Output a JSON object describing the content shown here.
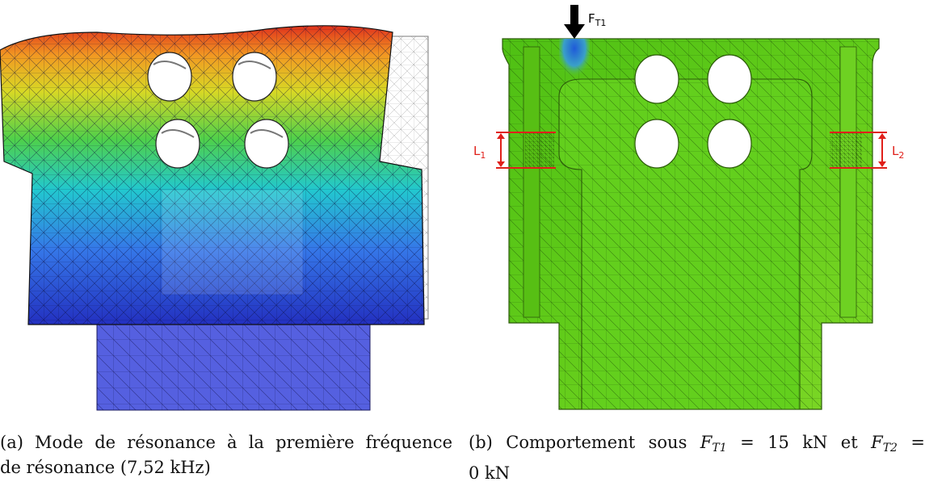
{
  "figure": {
    "panel_a": {
      "caption_line1": "(a) Mode de résonance à la première fréquence",
      "caption_line2": "de résonance (7,52 kHz)"
    },
    "panel_b": {
      "caption_line1_pre": "(b) Comportement sous ",
      "var1_base": "F",
      "var1_sub": "T1",
      "eq1": " = 15 kN et ",
      "var2_base": "F",
      "var2_sub": "T2",
      "eq2": " =",
      "caption_line2": "0 kN",
      "force_label_base": "F",
      "force_label_sub": "T1",
      "dim1_base": "L",
      "dim1_sub": "1",
      "dim2_base": "L",
      "dim2_sub": "2"
    }
  },
  "colors": {
    "mesh_green": "#5fc818",
    "mesh_green_light": "#7ee02a",
    "mesh_green_dark": "#3c9e0e",
    "blue_hotspot": "#1f5bd9",
    "annotation_red": "#e0201a",
    "mode_red": "#e0321c",
    "mode_orange": "#f29a22",
    "mode_yellow": "#d8d825",
    "mode_green": "#4fd04a",
    "mode_cyan": "#22c8cf",
    "mode_blue": "#3577e8",
    "mode_navy": "#2330c0",
    "base_blue": "#5560e0"
  }
}
